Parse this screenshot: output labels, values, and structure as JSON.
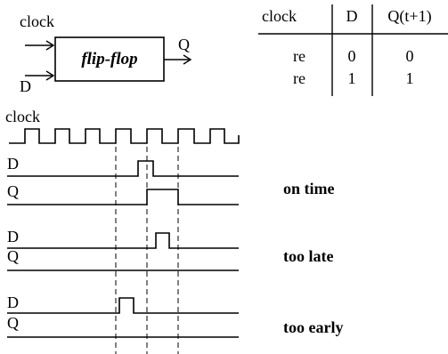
{
  "flipflop": {
    "name": "flip-flop",
    "clock_label": "clock",
    "d_label": "D",
    "q_label": "Q"
  },
  "truth_table": {
    "headers": [
      "clock",
      "D",
      "Q(t+1)"
    ],
    "rows": [
      [
        "re",
        "0",
        "0"
      ],
      [
        "re",
        "1",
        "1"
      ]
    ]
  },
  "timing": {
    "clock_label": "clock",
    "cases": [
      {
        "d_label": "D",
        "q_label": "Q",
        "caption": "on time"
      },
      {
        "d_label": "D",
        "q_label": "Q",
        "caption": "too late"
      },
      {
        "d_label": "D",
        "q_label": "Q",
        "caption": "too early"
      }
    ]
  }
}
